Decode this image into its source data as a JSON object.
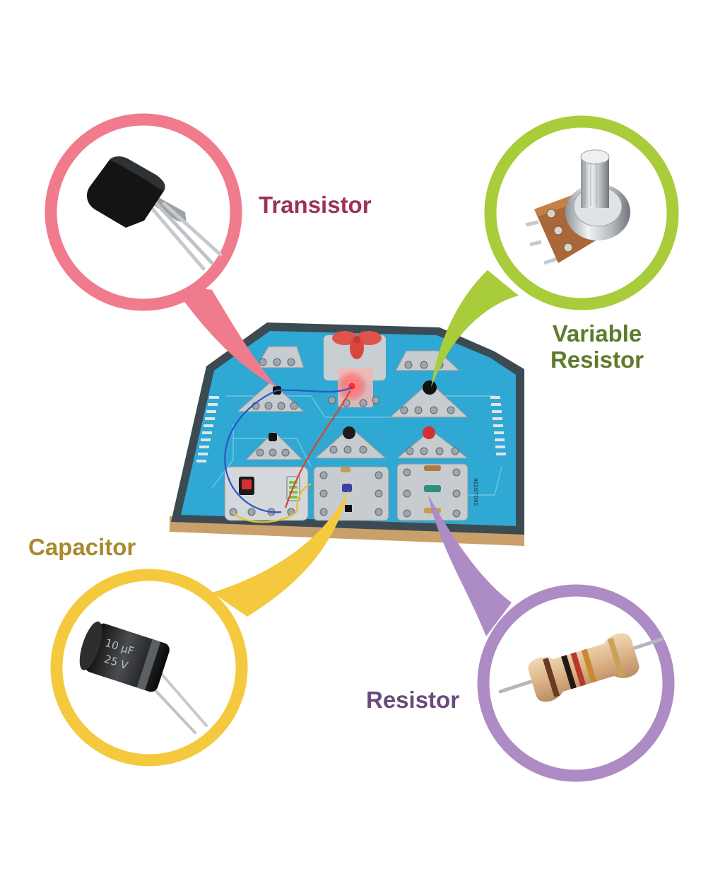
{
  "colors": {
    "transistor": "#ef7b8d",
    "variable_resistor": "#a8cc3a",
    "capacitor": "#f5c93e",
    "resistor": "#ad8bc4",
    "transistor_text": "#9c3350",
    "variable_resistor_text": "#5f7a2b",
    "capacitor_text": "#a88a2c",
    "resistor_text": "#6a4b7c",
    "board_blue": "#2fa8d3",
    "board_edge": "#3c4a52",
    "board_base": "#c9a06a"
  },
  "labels": {
    "transistor": "Transistor",
    "variable_resistor_line1": "Variable",
    "variable_resistor_line2": "Resistor",
    "capacitor": "Capacitor",
    "resistor": "Resistor"
  },
  "capacitor_markings": {
    "capacitance": "10 µF",
    "voltage": "25 V"
  },
  "board": {
    "resistors_label": "RESISTORS"
  },
  "icons": {
    "transistor": "transistor-icon",
    "variable_resistor": "potentiometer-icon",
    "capacitor": "capacitor-icon",
    "resistor": "resistor-icon",
    "fan": "fan-icon",
    "switch": "switch-icon"
  }
}
